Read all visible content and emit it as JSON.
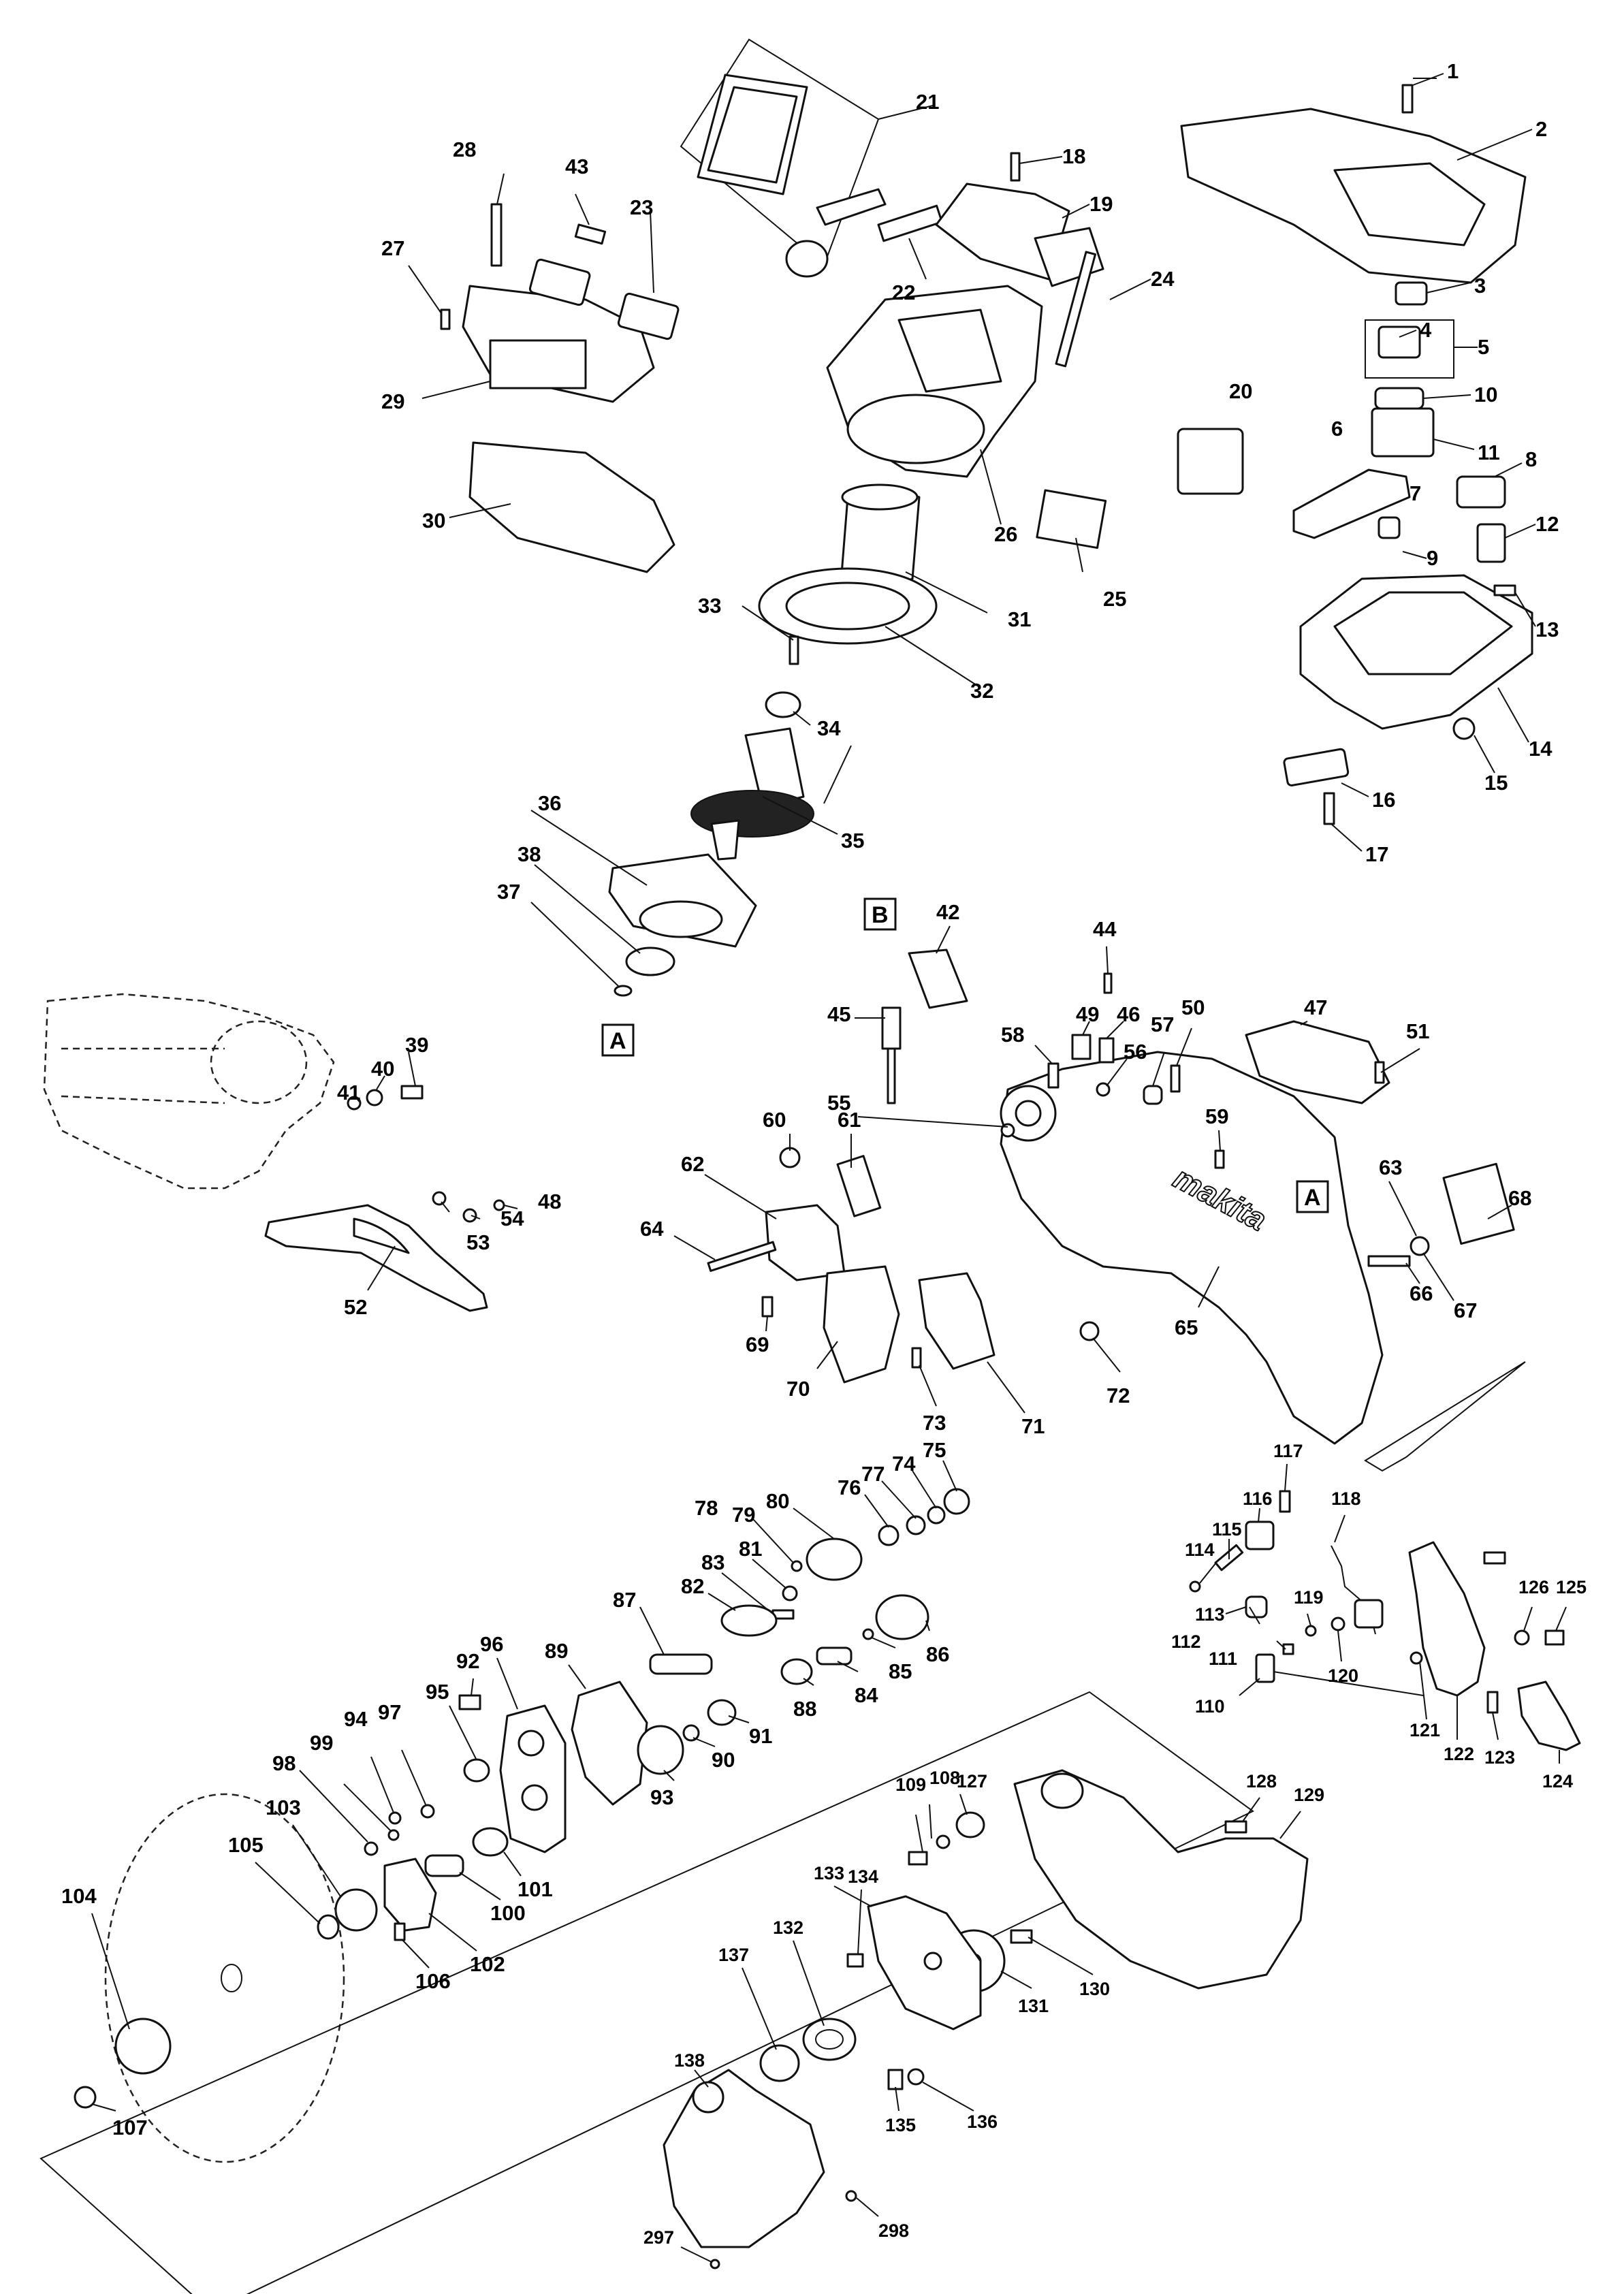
{
  "diagram": {
    "brand_mark": "makita",
    "ref_markers": {
      "a": "A",
      "b": "B"
    },
    "part_numbers": {
      "p1": "1",
      "p2": "2",
      "p3": "3",
      "p4": "4",
      "p5": "5",
      "p6": "6",
      "p7": "7",
      "p8": "8",
      "p9": "9",
      "p10": "10",
      "p11": "11",
      "p12": "12",
      "p13": "13",
      "p14": "14",
      "p15": "15",
      "p16": "16",
      "p17": "17",
      "p18": "18",
      "p19": "19",
      "p20": "20",
      "p21": "21",
      "p22": "22",
      "p23": "23",
      "p24": "24",
      "p25": "25",
      "p26": "26",
      "p27": "27",
      "p28": "28",
      "p29": "29",
      "p30": "30",
      "p31": "31",
      "p32": "32",
      "p33": "33",
      "p34": "34",
      "p35": "35",
      "p36": "36",
      "p37": "37",
      "p38": "38",
      "p39": "39",
      "p40": "40",
      "p41": "41",
      "p42": "42",
      "p43": "43",
      "p44": "44",
      "p45": "45",
      "p46": "46",
      "p47": "47",
      "p48": "48",
      "p49": "49",
      "p50": "50",
      "p51": "51",
      "p52": "52",
      "p53": "53",
      "p54": "54",
      "p55": "55",
      "p56": "56",
      "p57": "57",
      "p58": "58",
      "p59": "59",
      "p60": "60",
      "p61": "61",
      "p62": "62",
      "p63": "63",
      "p64": "64",
      "p65": "65",
      "p66": "66",
      "p67": "67",
      "p68": "68",
      "p69": "69",
      "p70": "70",
      "p71": "71",
      "p72": "72",
      "p73": "73",
      "p74": "74",
      "p75": "75",
      "p76": "76",
      "p77": "77",
      "p78": "78",
      "p79": "79",
      "p80": "80",
      "p81": "81",
      "p82": "82",
      "p83": "83",
      "p84": "84",
      "p85": "85",
      "p86": "86",
      "p87": "87",
      "p88": "88",
      "p89": "89",
      "p90": "90",
      "p91": "91",
      "p92": "92",
      "p93": "93",
      "p94": "94",
      "p95": "95",
      "p96": "96",
      "p97": "97",
      "p98": "98",
      "p99": "99",
      "p100": "100",
      "p101": "101",
      "p102": "102",
      "p103": "103",
      "p104": "104",
      "p105": "105",
      "p106": "106",
      "p107": "107",
      "p108": "108",
      "p109": "109",
      "p110": "110",
      "p111": "111",
      "p112": "112",
      "p113": "113",
      "p114": "114",
      "p115": "115",
      "p116": "116",
      "p117": "117",
      "p118": "118",
      "p119": "119",
      "p120": "120",
      "p121": "121",
      "p122": "122",
      "p123": "123",
      "p124": "124",
      "p125": "125",
      "p126": "126",
      "p127": "127",
      "p128": "128",
      "p129": "129",
      "p130": "130",
      "p131": "131",
      "p132": "132",
      "p133": "133",
      "p134": "134",
      "p135": "135",
      "p136": "136",
      "p137": "137",
      "p138": "138",
      "p297": "297",
      "p298": "298"
    }
  }
}
